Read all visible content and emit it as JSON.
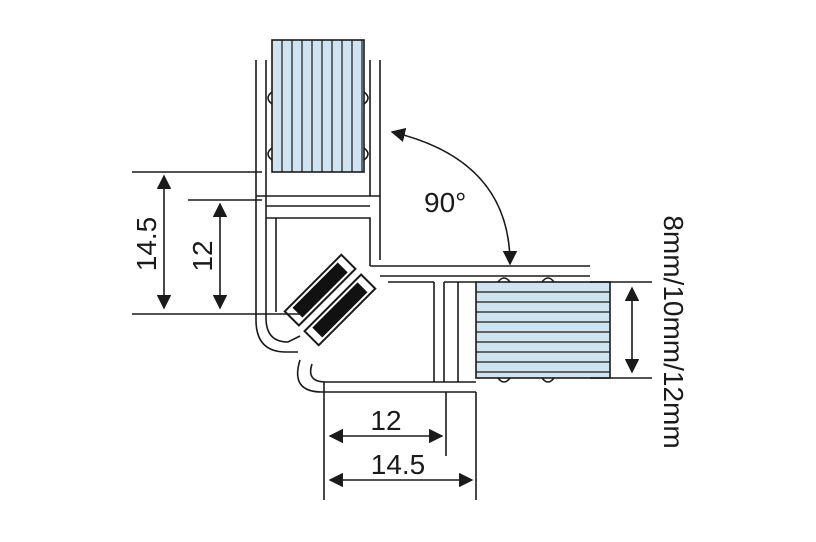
{
  "labels": {
    "angle": "90°",
    "left_outer": "14.5",
    "left_inner": "12",
    "bottom_inner": "12",
    "bottom_outer": "14.5",
    "thickness": "8mm/10mm/12mm"
  },
  "colors": {
    "glass": "#cfe4f0",
    "stroke": "#1a1a1a",
    "magnet": "#111111"
  }
}
